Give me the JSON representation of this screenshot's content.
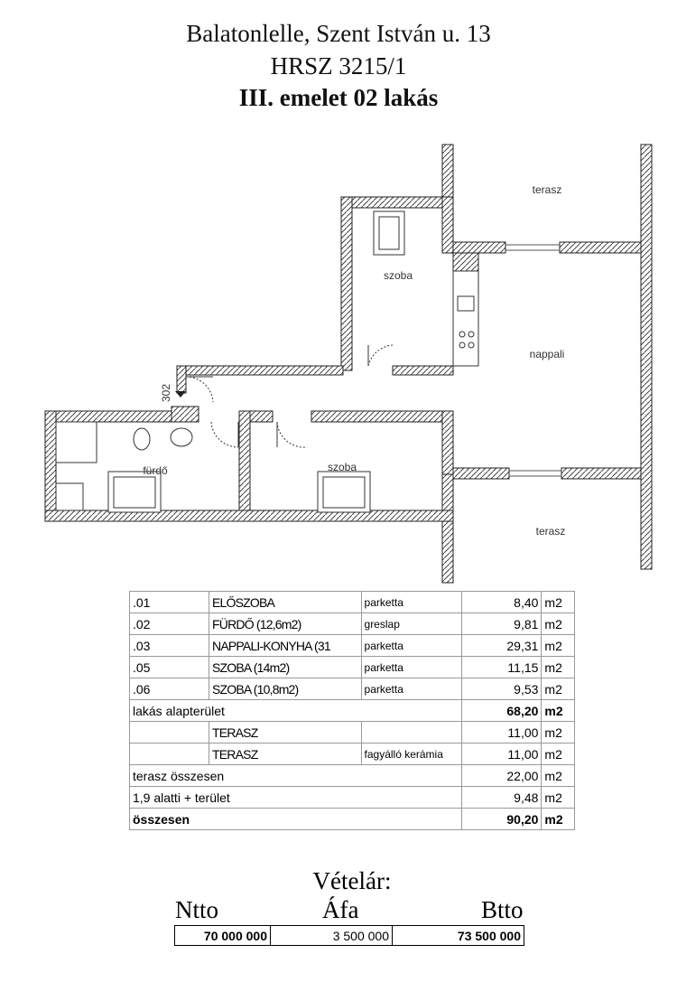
{
  "header": {
    "address": "Balatonlelle, Szent István u. 13",
    "hrsz": "HRSZ 3215/1",
    "unit": "III. emelet 02 lakás"
  },
  "plan": {
    "labels": {
      "terasz_top": "terasz",
      "szoba_top": "szoba",
      "nappali": "nappali",
      "furdo": "fürdő",
      "szoba_mid": "szoba",
      "terasz_bottom": "terasz",
      "height": "302"
    }
  },
  "rooms": [
    {
      "no": ".01",
      "name": "ELŐSZOBA",
      "floor": "parketta",
      "area": "8,40",
      "unit": "m2"
    },
    {
      "no": ".02",
      "name": "FÜRDŐ (12,6m2)",
      "floor": "greslap",
      "area": "9,81",
      "unit": "m2"
    },
    {
      "no": ".03",
      "name": "NAPPALI-KONYHA (31",
      "floor": "parketta",
      "area": "29,31",
      "unit": "m2"
    },
    {
      "no": ".05",
      "name": "SZOBA (14m2)",
      "floor": "parketta",
      "area": "11,15",
      "unit": "m2"
    },
    {
      "no": ".06",
      "name": "SZOBA (10,8m2)",
      "floor": "parketta",
      "area": "9,53",
      "unit": "m2"
    }
  ],
  "totals": {
    "lakas_label": "lakás alapterület",
    "lakas_area": "68,20",
    "lakas_unit": "m2",
    "terasz1_name": "TERASZ",
    "terasz1_floor": "",
    "terasz1_area": "11,00",
    "terasz1_unit": "m2",
    "terasz2_name": "TERASZ",
    "terasz2_floor": "fagyálló kerámia",
    "terasz2_area": "11,00",
    "terasz2_unit": "m2",
    "terasz_sum_label": "terasz összesen",
    "terasz_sum_area": "22,00",
    "terasz_sum_unit": "m2",
    "low_label": "1,9 alatti + terület",
    "low_area": "9,48",
    "low_unit": "m2",
    "all_label": "összesen",
    "all_area": "90,20",
    "all_unit": "m2"
  },
  "price": {
    "title": "Vételár:",
    "ntto_label": "Ntto",
    "afa_label": "Áfa",
    "btto_label": "Btto",
    "ntto": "70 000 000",
    "afa": "3 500 000",
    "btto": "73 500 000"
  }
}
